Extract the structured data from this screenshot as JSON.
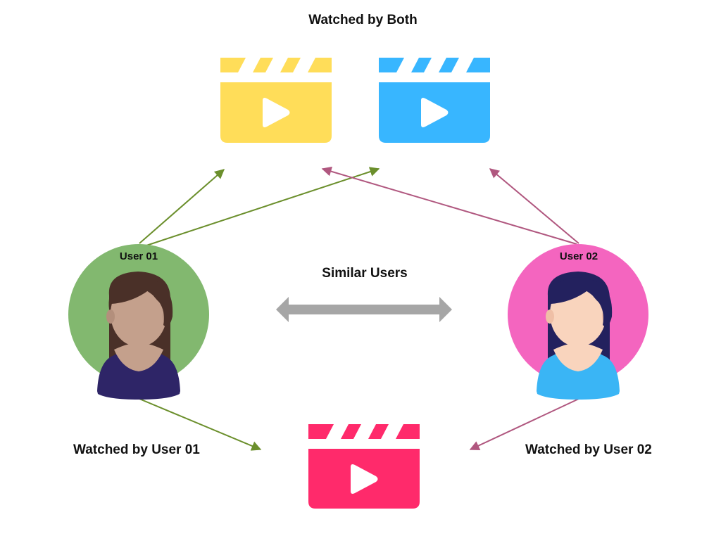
{
  "labels": {
    "watched_both": "Watched by Both",
    "similar_users": "Similar Users",
    "watched_user1": "Watched by User 01",
    "watched_user2": "Watched by  User 02"
  },
  "users": [
    {
      "name": "User 01",
      "circle_color": "#82b86f",
      "hair_color": "#4a3028",
      "skin_color": "#c4a08c",
      "shirt_color": "#2e2567"
    },
    {
      "name": "User 02",
      "circle_color": "#f465bf",
      "hair_color": "#23215e",
      "skin_color": "#f9d4bd",
      "shirt_color": "#3ab5f5"
    }
  ],
  "movies": [
    {
      "id": "yellow-clapper",
      "color": "#ffdd59",
      "watched_by": [
        "User 01",
        "User 02"
      ]
    },
    {
      "id": "blue-clapper",
      "color": "#38b6ff",
      "watched_by": [
        "User 01",
        "User 02"
      ]
    },
    {
      "id": "red-clapper",
      "color": "#ff2a6b",
      "watched_by": [
        "User 01",
        "User 02"
      ]
    }
  ],
  "colors": {
    "user1_arrow": "#6b8f2c",
    "user2_arrow": "#b0577f",
    "similar_arrow": "#a6a6a6",
    "play_icon": "#ffffff"
  },
  "icons": [
    "clapperboard-play-icon",
    "user-avatar-icon",
    "double-arrow-icon"
  ]
}
